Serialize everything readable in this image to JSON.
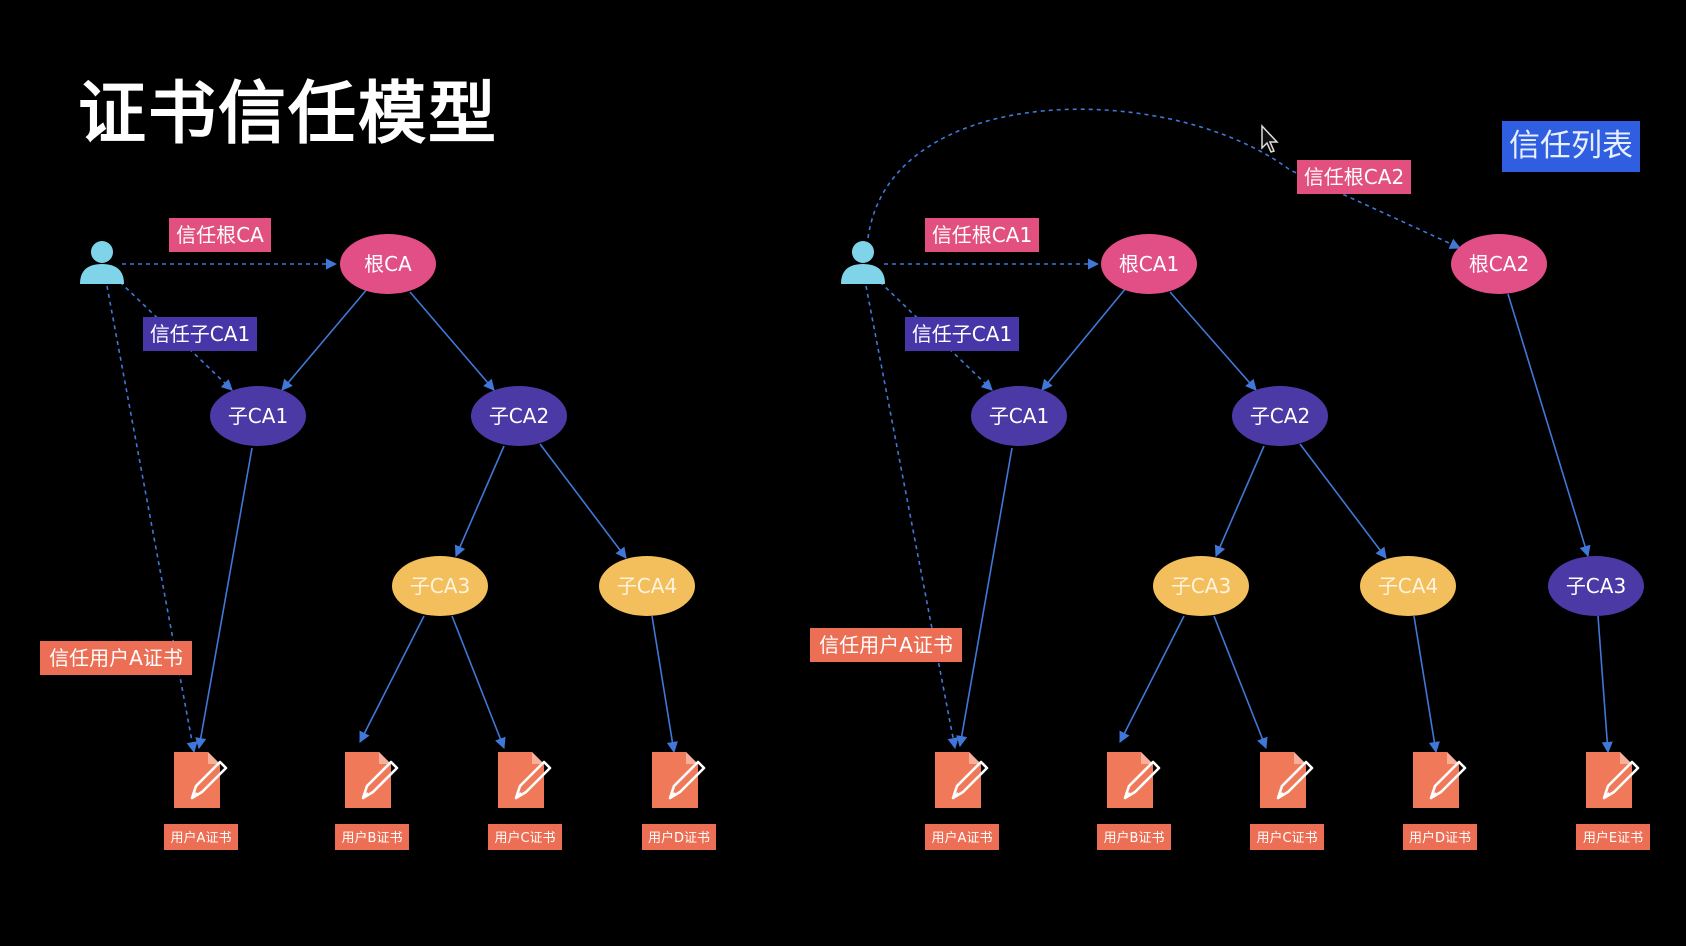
{
  "title": "证书信任模型",
  "trust_list": "信任列表",
  "colors": {
    "root": "#e24f86",
    "sub_purple": "#4b3aa6",
    "sub_yellow": "#f2bf5c",
    "cert": "#f0795a",
    "label_pink": "#e2507f",
    "label_purple": "#4636a8",
    "label_orange": "#ec6f55",
    "trust_list": "#2f5fe0",
    "edge": "#3f78d8"
  },
  "left": {
    "nodes": {
      "root": "根CA",
      "sub1": "子CA1",
      "sub2": "子CA2",
      "sub3": "子CA3",
      "sub4": "子CA4"
    },
    "labels": {
      "trust_root": "信任根CA",
      "trust_sub1": "信任子CA1",
      "trust_userA": "信任用户A证书"
    },
    "certs": [
      "用户A证书",
      "用户B证书",
      "用户C证书",
      "用户D证书"
    ]
  },
  "right": {
    "nodes": {
      "root1": "根CA1",
      "root2": "根CA2",
      "sub1": "子CA1",
      "sub2": "子CA2",
      "sub3": "子CA3",
      "sub4": "子CA4",
      "sub3b": "子CA3"
    },
    "labels": {
      "trust_root1": "信任根CA1",
      "trust_root2": "信任根CA2",
      "trust_sub1": "信任子CA1",
      "trust_userA": "信任用户A证书"
    },
    "certs": [
      "用户A证书",
      "用户B证书",
      "用户C证书",
      "用户D证书",
      "用户E证书"
    ]
  }
}
